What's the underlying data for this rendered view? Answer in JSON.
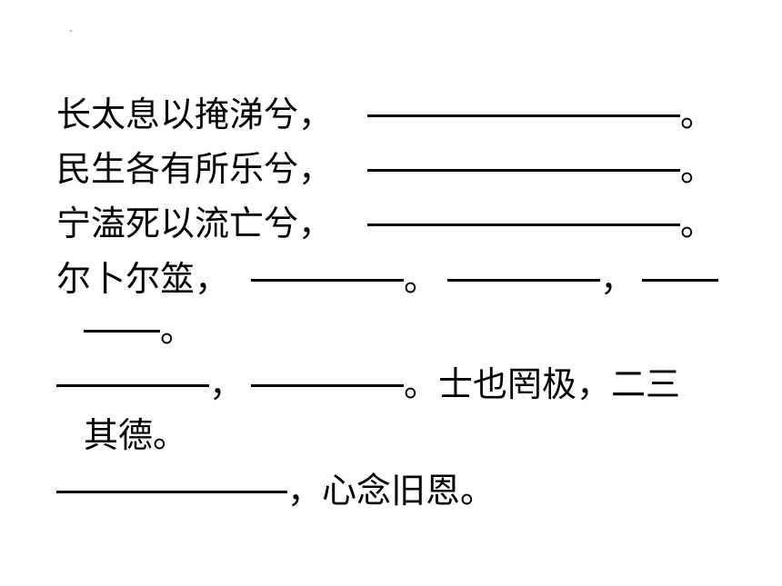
{
  "lines": [
    {
      "text_a": "长太息以掩涕兮，",
      "end": "。"
    },
    {
      "text_a": "民生各有所乐兮，",
      "end": "。"
    },
    {
      "text_a": "宁溘死以流亡兮，",
      "end": "。"
    },
    {
      "text_a": "尔卜尔筮，",
      "mid1": "。",
      "mid2": "，",
      "end": "。"
    },
    {
      "mid1": "，",
      "mid2": "。士也罔极，二三",
      "wrap": "其德。"
    },
    {
      "tail": "，心念旧恩。"
    }
  ]
}
